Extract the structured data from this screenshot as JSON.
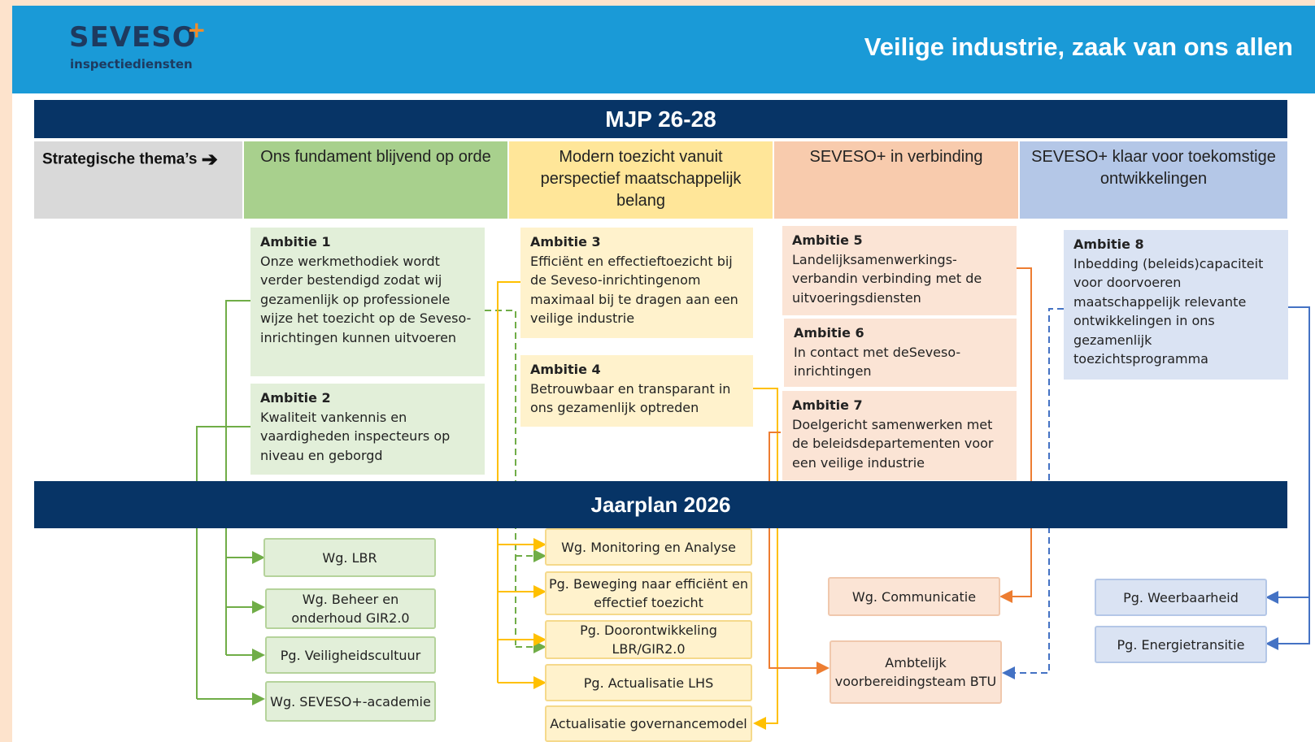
{
  "logo": {
    "name": "SEVESO",
    "plus": "+",
    "subtitle": "inspectiediensten"
  },
  "tagline": "Veilige industrie, zaak van ons allen",
  "banner_top": "MJP 26-28",
  "banner_bottom": "Jaarplan 2026",
  "themes_label": "Strategische thema’s",
  "themes": [
    {
      "label": "Ons fundament blijvend op orde",
      "color": "#a8d08d"
    },
    {
      "label": "Modern toezicht vanuit perspectief maatschappelijk belang",
      "color": "#ffe699"
    },
    {
      "label": "SEVESO+ in verbinding",
      "color": "#f8cbad"
    },
    {
      "label": "SEVESO+ klaar voor toekomstige ontwikkelingen",
      "color": "#b4c7e7"
    }
  ],
  "ambitions": [
    {
      "title": "Ambitie 1",
      "text": "Onze werkmethodiek wordt verder bestendigd zodat wij gezamenlijk op professionele wijze het toezicht op de Seveso-inrichtingen kunnen uitvoeren"
    },
    {
      "title": "Ambitie 2",
      "text": "Kwaliteit vankennis en vaardigheden inspecteurs op niveau en geborgd"
    },
    {
      "title": "Ambitie 3",
      "text": "Efficiënt en effectieftoezicht bij de Seveso-inrichtingenom maximaal bij te dragen aan een veilige industrie"
    },
    {
      "title": "Ambitie 4",
      "text": "Betrouwbaar en transparant in ons gezamenlijk optreden"
    },
    {
      "title": "Ambitie 5",
      "text": "Landelijksamenwerkings-verbandin verbinding met de uitvoeringsdiensten"
    },
    {
      "title": "Ambitie 6",
      "text": "In contact met deSeveso-inrichtingen"
    },
    {
      "title": "Ambitie 7",
      "text": "Doelgericht samenwerken met de beleidsdepartementen voor een veilige industrie"
    },
    {
      "title": "Ambitie 8",
      "text": "Inbedding (beleids)capaciteit voor doorvoeren maatschappelijk relevante ontwikkelingen in ons gezamenlijk toezichtsprogramma"
    }
  ],
  "groups_green": [
    "Wg. LBR",
    "Wg. Beheer en onderhoud GIR2.0",
    "Pg. Veiligheidscultuur",
    "Wg. SEVESO+-academie"
  ],
  "groups_yellow": [
    "Wg. Monitoring en Analyse",
    "Pg. Beweging naar efficiënt en effectief toezicht",
    "Pg. Doorontwikkeling LBR/GIR2.0",
    "Pg. Actualisatie LHS",
    "Actualisatie governancemodel"
  ],
  "groups_orange": [
    "Wg. Communicatie",
    "Ambtelijk voorbereidingsteam BTU"
  ],
  "groups_blue": [
    "Pg. Weerbaarheid",
    "Pg. Energietransitie"
  ],
  "colors": {
    "header_blue": "#1a9ad7",
    "navy": "#073466",
    "green_line": "#70ad47",
    "yellow_line": "#ffc000",
    "orange_line": "#ed7d31",
    "blue_line": "#4472c4",
    "accent_orange": "#f28c28"
  },
  "icons": {
    "arrow": "right-arrow-icon"
  }
}
